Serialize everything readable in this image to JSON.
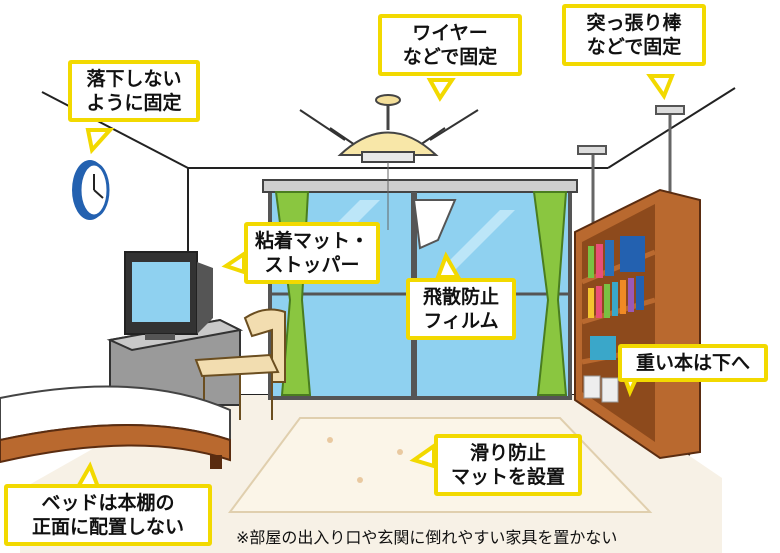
{
  "callouts": {
    "ceiling_light": {
      "lines": [
        "ワイヤー",
        "などで固定"
      ]
    },
    "tension_rod": {
      "lines": [
        "突っ張り棒",
        "などで固定"
      ]
    },
    "wall_clock": {
      "lines": [
        "落下しない",
        "ように固定"
      ]
    },
    "tv_mat": {
      "lines": [
        "粘着マット・",
        "ストッパー"
      ]
    },
    "window_film": {
      "lines": [
        "飛散防止",
        "フィルム"
      ]
    },
    "heavy_books": {
      "lines": [
        "重い本は下へ"
      ]
    },
    "rug_mat": {
      "lines": [
        "滑り防止",
        "マットを設置"
      ]
    },
    "bed": {
      "lines": [
        "ベッドは本棚の",
        "正面に配置しない"
      ]
    }
  },
  "footnote": "※部屋の出入り口や玄関に倒れやすい家具を置かない",
  "colors": {
    "callout_border": "#f2d900",
    "wall": "#ffffff",
    "floor": "#f7f1e6",
    "window_glass": "#8fd1f0",
    "curtain": "#8ac640",
    "bookshelf": "#b9692f",
    "clock": "#2361b0"
  }
}
